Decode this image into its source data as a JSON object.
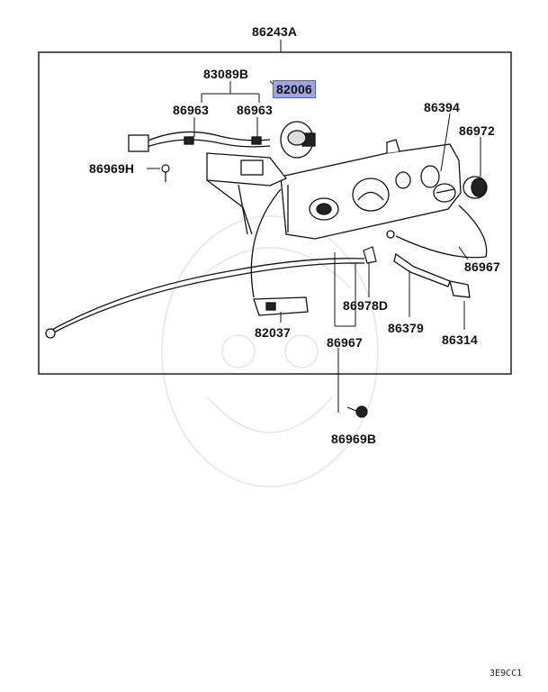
{
  "diagram": {
    "assembly_label": "86243A",
    "highlighted_part": "82006",
    "accent_color": "#9fa4e6",
    "footer_code": "3E9CC1",
    "callouts": {
      "p83089B": "83089B",
      "p82006": "82006",
      "p86963a": "86963",
      "p86963b": "86963",
      "p86394": "86394",
      "p86972": "86972",
      "p86969H": "86969H",
      "p86967a": "86967",
      "p86978D": "86978D",
      "p82037": "82037",
      "p86379": "86379",
      "p86314": "86314",
      "p86967b": "86967",
      "p86969B": "86969B"
    }
  }
}
